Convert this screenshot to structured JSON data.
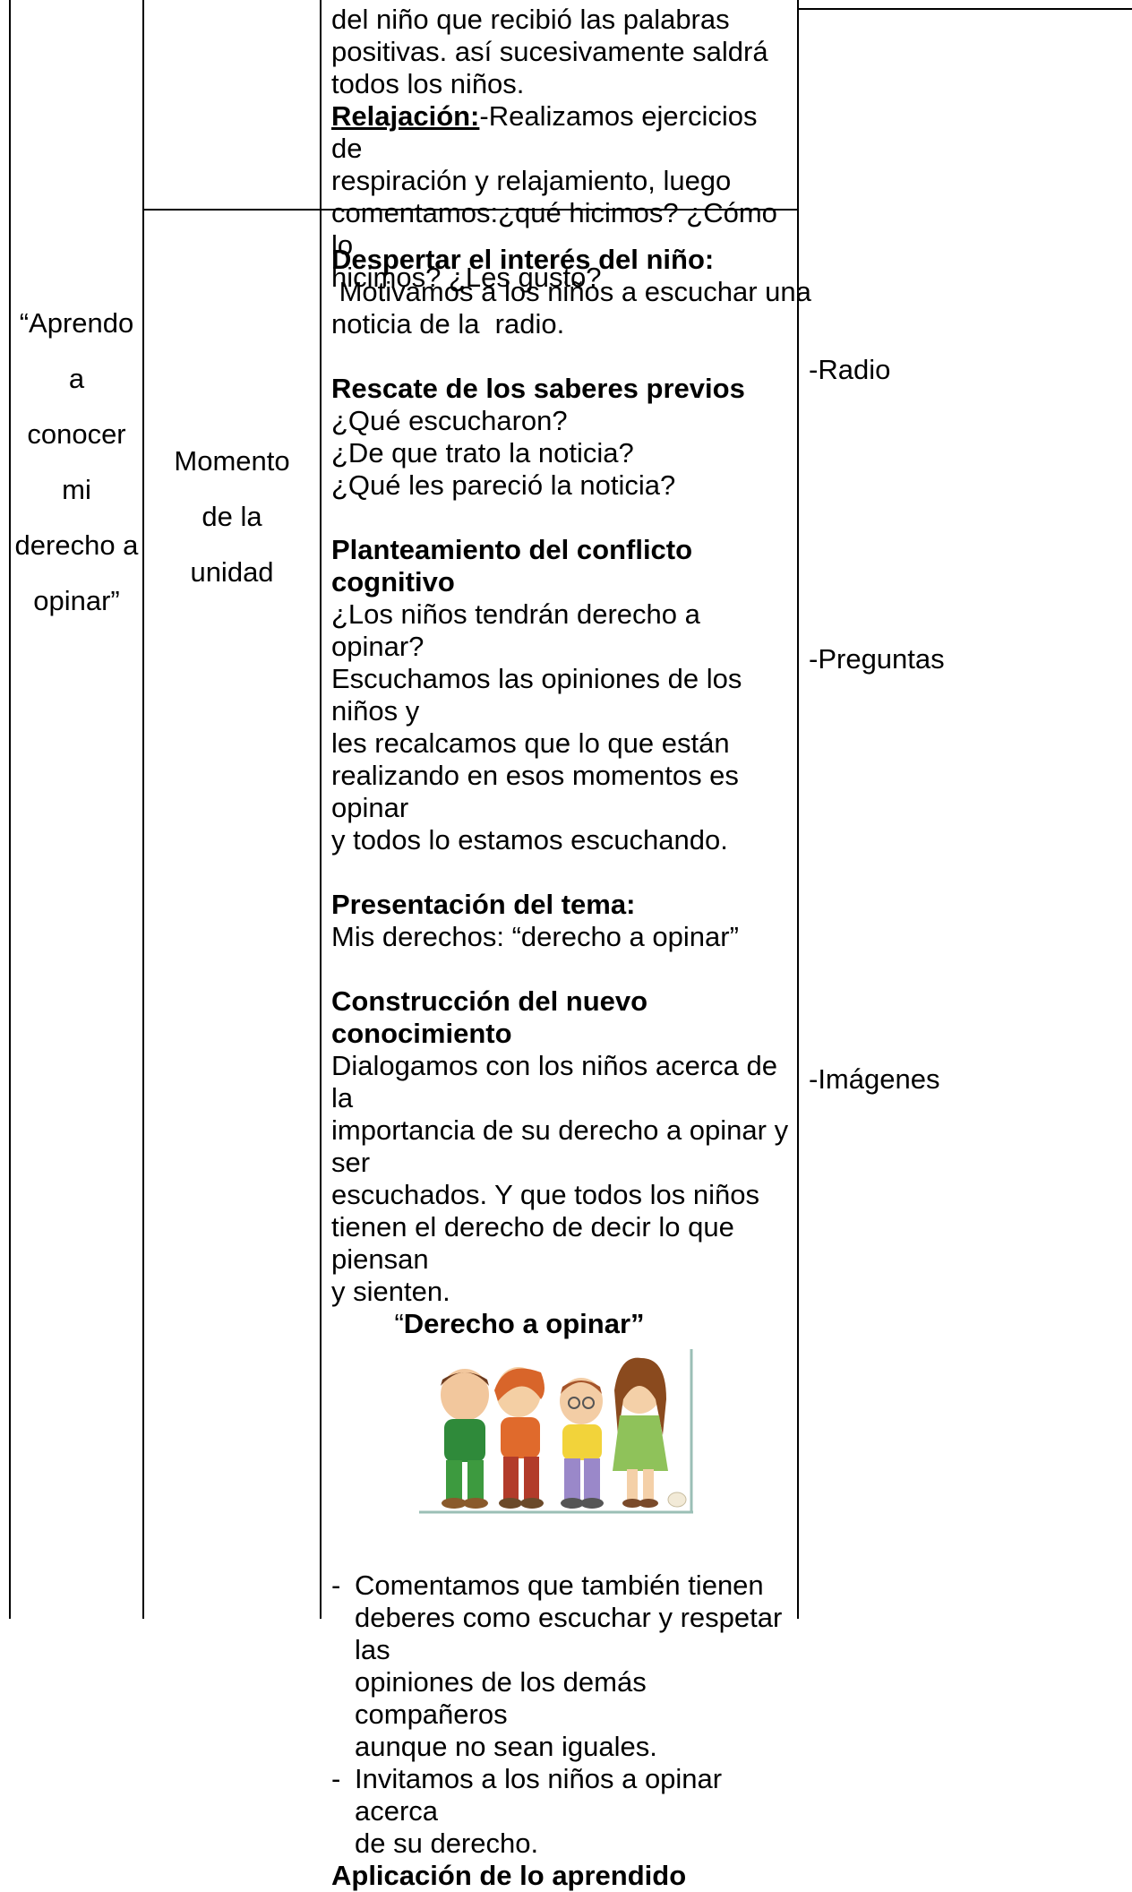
{
  "activity_title": {
    "lines": [
      "“Aprendo",
      "a",
      "conocer",
      "mi",
      "derecho a",
      "opinar”"
    ]
  },
  "moment": {
    "lines": [
      "Momento",
      "de la",
      "unidad"
    ]
  },
  "top_cell": {
    "lines": [
      "del niño que recibió las palabras",
      "positivas. así sucesivamente saldrá",
      "todos los niños."
    ],
    "relax_label": "Relajación:",
    "relax_lines": [
      "-Realizamos ejercicios de",
      "respiración y relajamiento, luego",
      "comentamos:¿qué hicimos? ¿Cómo lo",
      "hicimos? ¿Les gusto?"
    ]
  },
  "sections": {
    "interest": {
      "heading": "Despertar el interés del niño:",
      "lines": [
        " Motivamos a los niños a escuchar una",
        "noticia de la  radio."
      ]
    },
    "rescue": {
      "heading": "Rescate de los saberes previos",
      "lines": [
        "¿Qué escucharon?",
        "¿De que trato la noticia?",
        "¿Qué les pareció la noticia?"
      ]
    },
    "conflict": {
      "heading": "Planteamiento del conflicto cognitivo",
      "lines": [
        "¿Los niños tendrán derecho a opinar?",
        "Escuchamos las opiniones de los niños y",
        "les recalcamos que lo que están",
        "realizando en esos momentos es opinar",
        "y todos lo estamos escuchando."
      ]
    },
    "presentation": {
      "heading": "Presentación del tema:",
      "lines": [
        "Mis derechos: “derecho a opinar”"
      ]
    },
    "construction": {
      "heading": "Construcción del nuevo conocimiento",
      "lines": [
        "Dialogamos con los niños acerca de la",
        "importancia de su derecho a opinar y ser",
        "escuchados. Y que todos los niños",
        "tienen el derecho de decir lo que piensan",
        "y sienten."
      ],
      "image_caption_open": "“",
      "image_caption": "Derecho a opinar”"
    },
    "bullets": [
      {
        "dash": "-",
        "lines": [
          "Comentamos que también tienen",
          "deberes como escuchar y respetar las",
          "opiniones de los demás compañeros",
          "aunque no sean iguales."
        ]
      },
      {
        "dash": "-",
        "lines": [
          "Invitamos a los niños a opinar acerca",
          "de su derecho."
        ]
      }
    ],
    "application": {
      "heading": "Aplicación de lo aprendido"
    }
  },
  "resources": [
    "-Radio",
    "-Preguntas",
    "-Imágenes"
  ],
  "colors": {
    "border": "#000000",
    "background": "#ffffff",
    "illustration_frame": "#9bbfb6"
  }
}
